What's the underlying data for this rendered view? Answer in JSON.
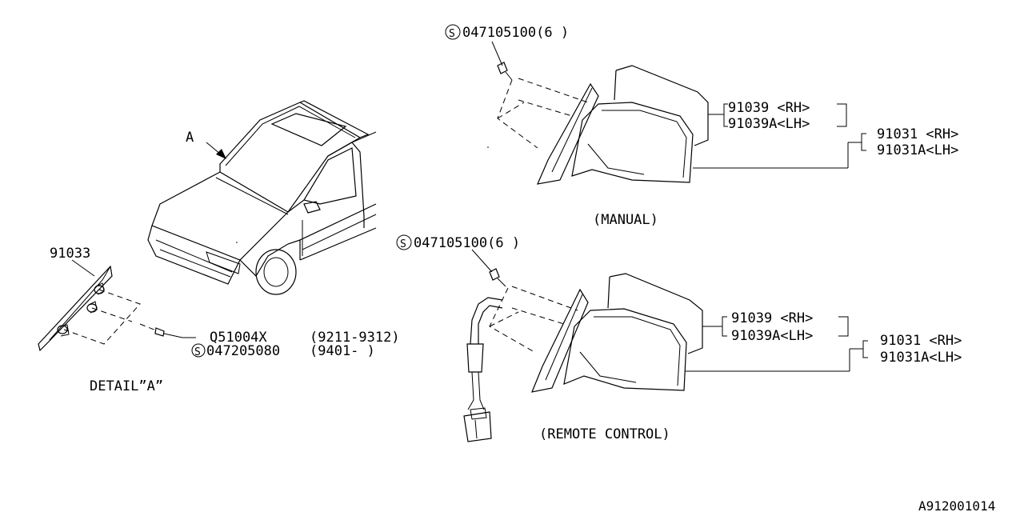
{
  "car_view": {
    "pointer_label": "A"
  },
  "detail_a": {
    "part_number": "91033",
    "screw_1": {
      "part": "Q51004X",
      "range": "(9211-9312)"
    },
    "screw_2": {
      "symbol": "S",
      "part": "047205080",
      "range": "(9401-     )"
    },
    "caption": "DETAIL”A”"
  },
  "manual": {
    "screw_symbol": "S",
    "screw_label": "047105100(6 )",
    "glass_rh": "91039 <RH>",
    "glass_lh": "91039A<LH>",
    "mirror_rh": "91031 <RH>",
    "mirror_lh": "91031A<LH>",
    "caption": "(MANUAL)"
  },
  "remote": {
    "screw_symbol": "S",
    "screw_label": "047105100(6 )",
    "glass_rh": "91039 <RH>",
    "glass_lh": "91039A<LH>",
    "mirror_rh": "91031 <RH>",
    "mirror_lh": "91031A<LH>",
    "caption": "(REMOTE CONTROL)"
  },
  "diagram_code": "A912001014"
}
